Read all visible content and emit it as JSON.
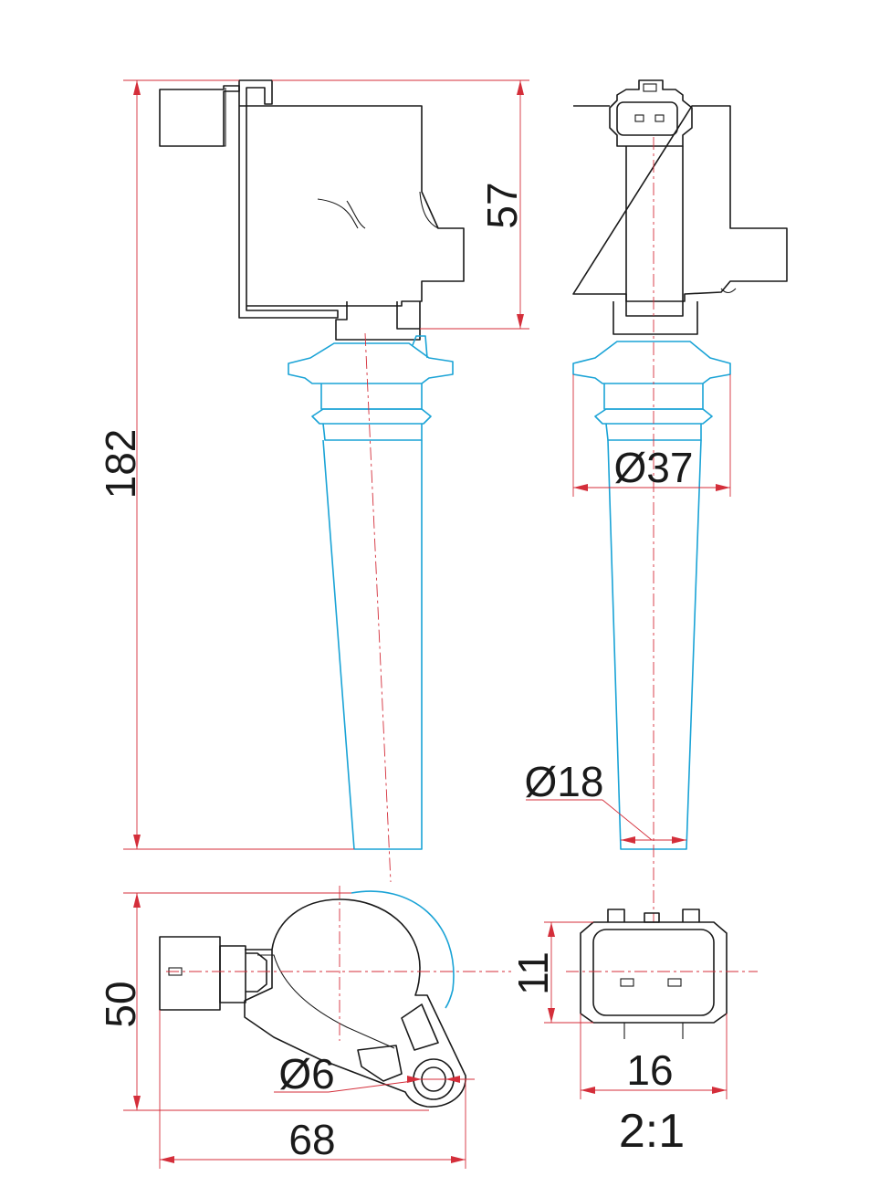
{
  "dimensions": {
    "total_length": "182",
    "head_height": "57",
    "boot_diameter": "Ø37",
    "tip_diameter": "Ø18",
    "bracket_width": "50",
    "overall_width": "68",
    "mount_hole": "Ø6",
    "connector_height": "11",
    "connector_width": "16"
  },
  "scale": "2:1",
  "colors": {
    "outline": "#1a1a1a",
    "boot": "#1aa3d6",
    "dimension": "#d42e3a"
  }
}
